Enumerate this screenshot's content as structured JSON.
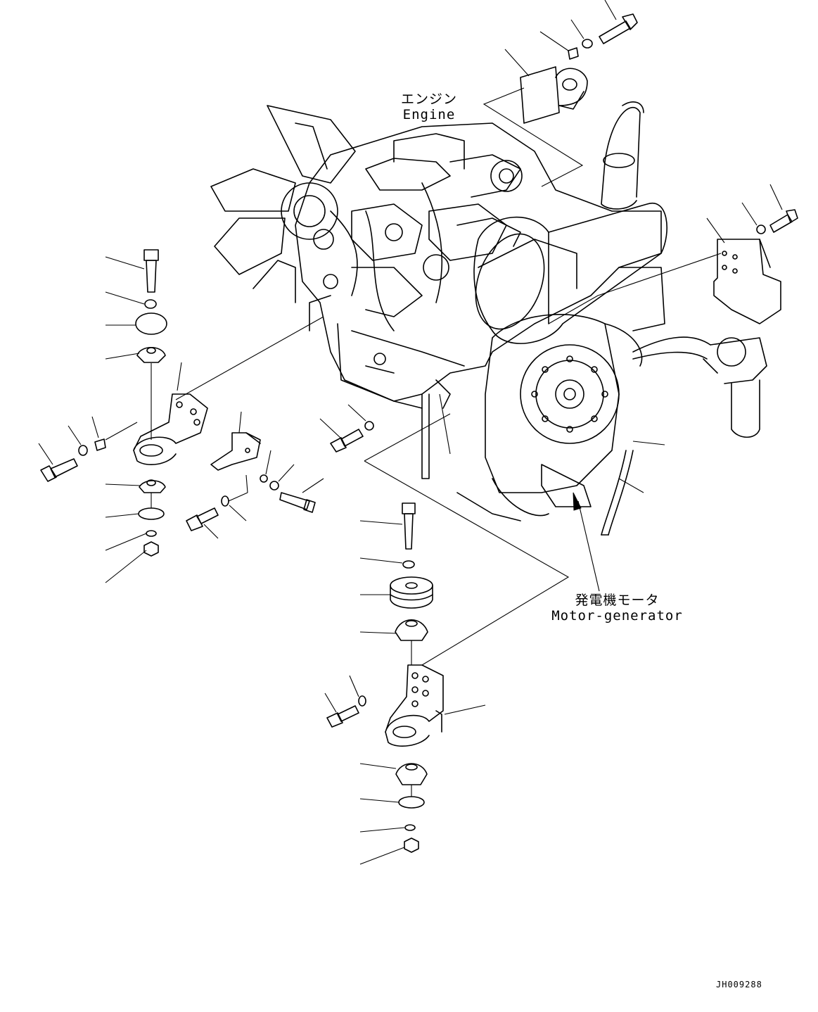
{
  "labels": {
    "engine_jp": "エンジン",
    "engine_en": "Engine",
    "motor_jp": "発電機モータ",
    "motor_en": "Motor-generator"
  },
  "drawing_code": "JH009288"
}
